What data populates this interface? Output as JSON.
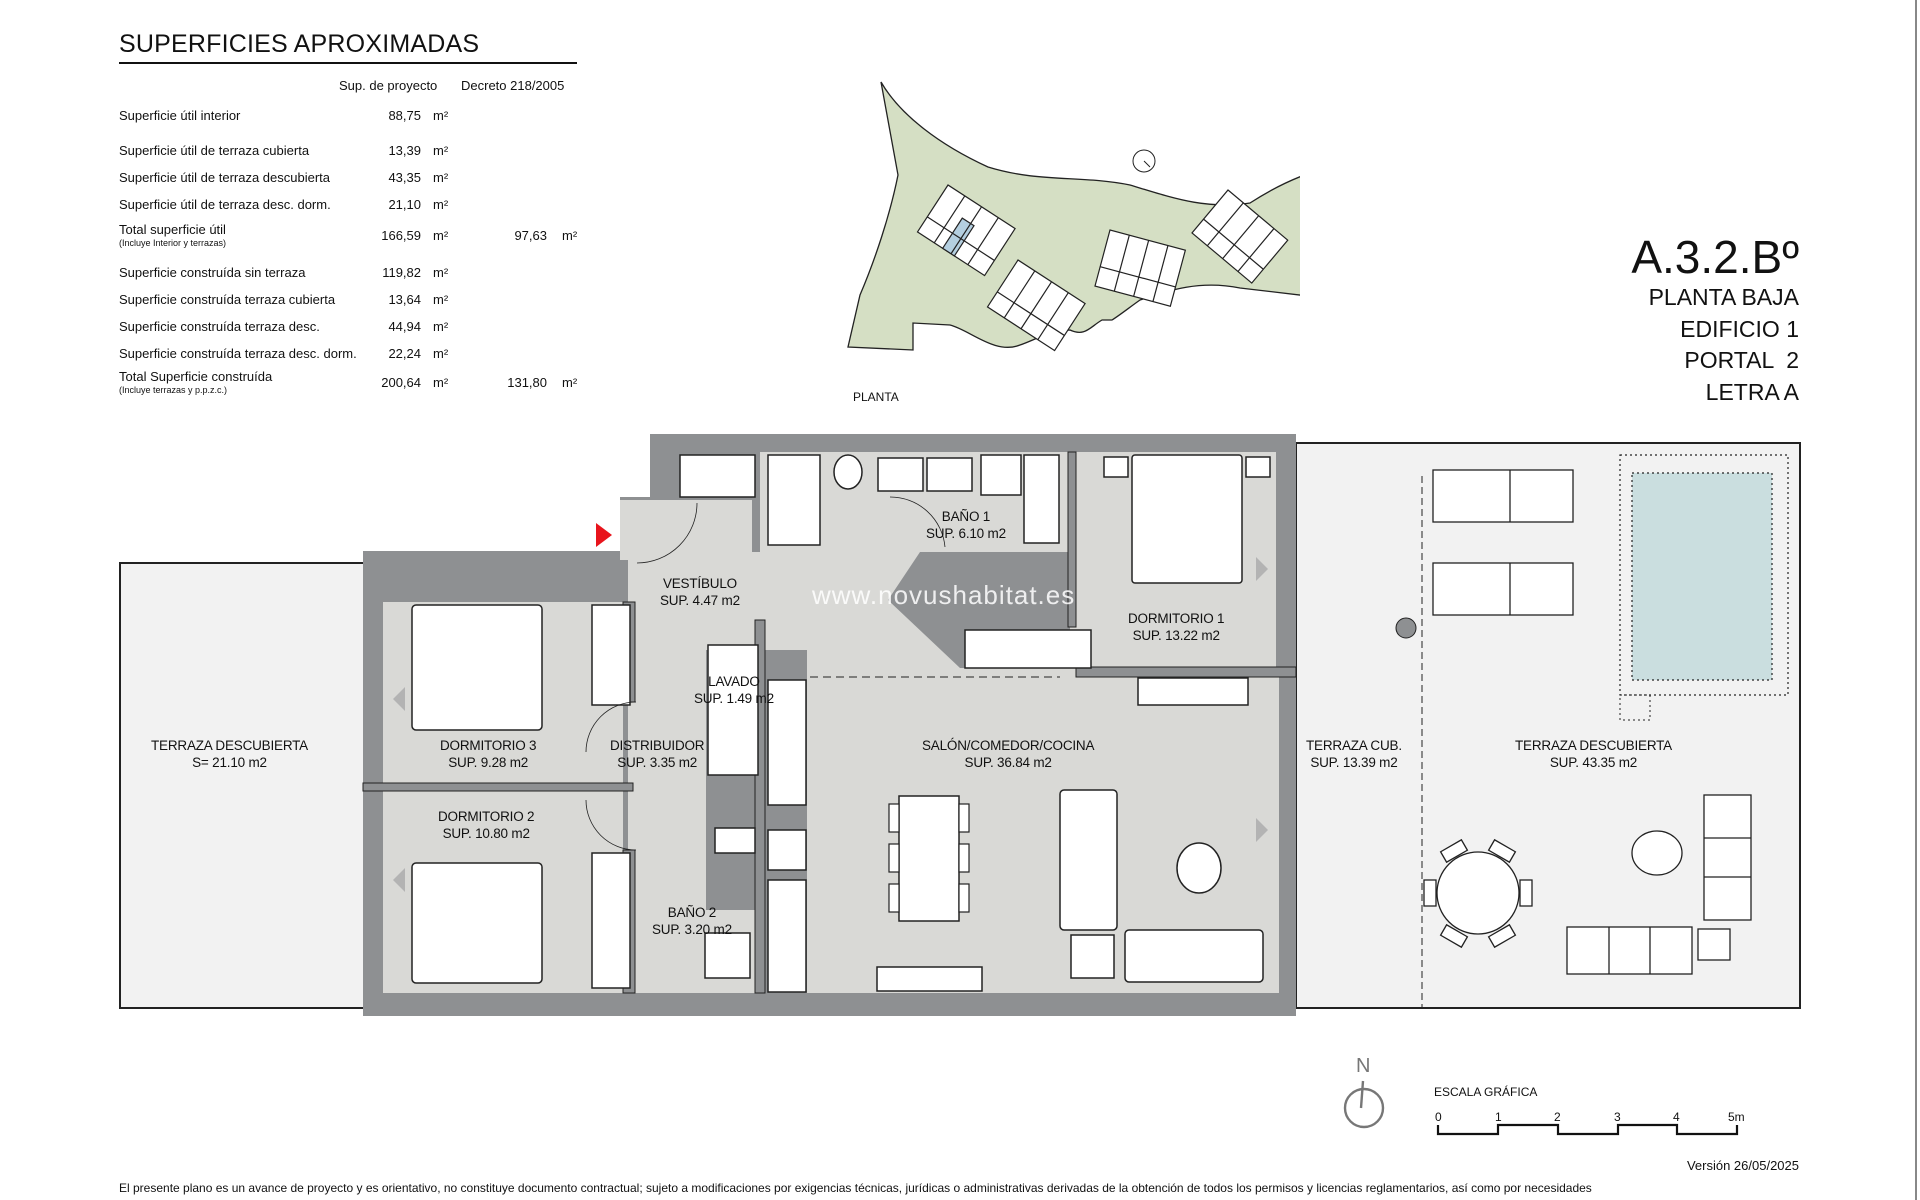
{
  "areas": {
    "title": "SUPERFICIES APROXIMADAS",
    "col_project": "Sup. de proyecto",
    "col_decree": "Decreto 218/2005",
    "unit": "m²",
    "rows": [
      {
        "label": "Superficie útil interior",
        "sub": "",
        "project": "88,75",
        "decree": ""
      },
      {
        "label": "Superficie útil de terraza cubierta",
        "sub": "",
        "project": "13,39",
        "decree": ""
      },
      {
        "label": "Superficie útil de terraza descubierta",
        "sub": "",
        "project": "43,35",
        "decree": ""
      },
      {
        "label": "Superficie útil de terraza desc. dorm.",
        "sub": "",
        "project": "21,10",
        "decree": ""
      },
      {
        "label": "Total superficie útil",
        "sub": "(Incluye Interior y terrazas)",
        "project": "166,59",
        "decree": "97,63"
      },
      {
        "label": "Superficie construída sin terraza",
        "sub": "",
        "project": "119,82",
        "decree": ""
      },
      {
        "label": "Superficie construída terraza cubierta",
        "sub": "",
        "project": "13,64",
        "decree": ""
      },
      {
        "label": "Superficie construída terraza desc.",
        "sub": "",
        "project": "44,94",
        "decree": ""
      },
      {
        "label": "Superficie construída terraza desc. dorm.",
        "sub": "",
        "project": "22,24",
        "decree": ""
      },
      {
        "label": "Total Superficie construída",
        "sub": "(Incluye terrazas y p.p.z.c.)",
        "project": "200,64",
        "decree": "131,80"
      }
    ]
  },
  "title_block": {
    "code": "A.3.2.Bº",
    "floor": "PLANTA BAJA",
    "building": "EDIFICIO 1",
    "portal": "PORTAL  2",
    "letter": "LETRA A"
  },
  "site_plan": {
    "label": "PLANTA",
    "ground_color": "#d5dfc4",
    "highlight_color": "#b4cfe0"
  },
  "rooms": [
    {
      "name": "VESTÍBULO",
      "area": "SUP. 4.47 m2"
    },
    {
      "name": "BAÑO 1",
      "area": "SUP. 6.10 m2"
    },
    {
      "name": "DORMITORIO 1",
      "area": "SUP. 13.22 m2"
    },
    {
      "name": "LAVADO",
      "area": "SUP. 1.49 m2"
    },
    {
      "name": "DORMITORIO 3",
      "area": "SUP. 9.28 m2"
    },
    {
      "name": "DISTRIBUIDOR",
      "area": "SUP. 3.35 m2"
    },
    {
      "name": "SALÓN/COMEDOR/COCINA",
      "area": "SUP. 36.84 m2"
    },
    {
      "name": "DORMITORIO 2",
      "area": "SUP. 10.80 m2"
    },
    {
      "name": "BAÑO 2",
      "area": "SUP. 3.20 m2"
    },
    {
      "name": "TERRAZA DESCUBIERTA",
      "area": "S= 21.10 m2"
    },
    {
      "name": "TERRAZA CUB.",
      "area": "SUP. 13.39 m2"
    },
    {
      "name": "TERRAZA DESCUBIERTA",
      "area": "SUP. 43.35 m2"
    }
  ],
  "watermark": "www.novushabitat.es",
  "colors": {
    "wall": "#8e9092",
    "floor_interior": "#d9d9d6",
    "floor_terrace": "#f2f2f2",
    "pool": "#cadedf",
    "entry_arrow": "#e8141c"
  },
  "north": {
    "label": "N"
  },
  "scale": {
    "title": "ESCALA GRÁFICA",
    "ticks": [
      "0",
      "1",
      "2",
      "3",
      "4",
      "5m"
    ]
  },
  "version": "Versión 26/05/2025",
  "disclaimer": "El presente plano es un avance de proyecto y es orientativo, no constituye documento contractual; sujeto a modificaciones por exigencias técnicas, jurídicas o administrativas derivadas de la obtención de todos los permisos y licencias reglamentarios, así como por necesidades"
}
